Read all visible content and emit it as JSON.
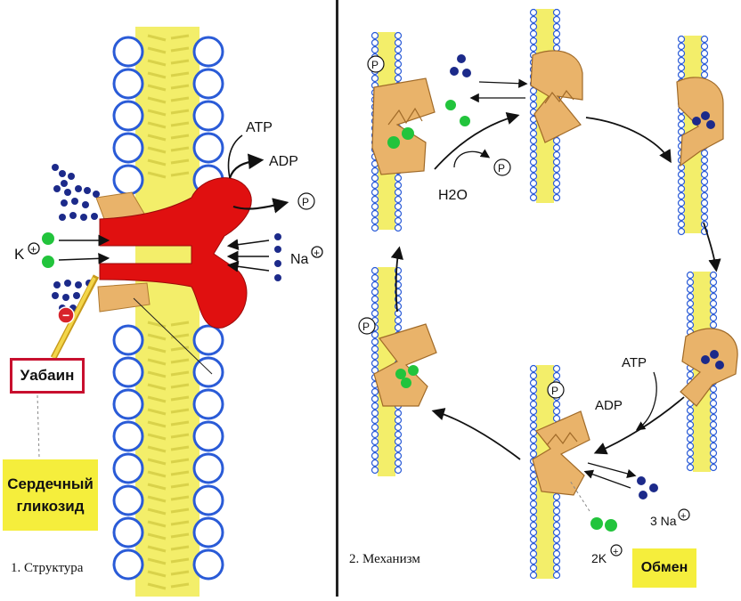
{
  "left_panel": {
    "atp": "ATP",
    "adp": "ADP",
    "p": "P",
    "k_ion": "K",
    "na_ion": "Na",
    "inhibitor_sign": "−",
    "ouabain": "Уабаин",
    "glycoside_line1": "Сердечный",
    "glycoside_line2": "гликозид",
    "caption": "1. Структура"
  },
  "right_panel": {
    "p": "P",
    "h2o": "H2O",
    "atp": "ATP",
    "adp": "ADP",
    "na_count": "3 Na",
    "k_count": "2K",
    "exchange": "Обмен",
    "caption": "2. Механизм"
  },
  "colors": {
    "membrane_blue": "#2a5bd7",
    "lipid_yellow": "#f3ee6a",
    "pump_red": "#e01010",
    "protein_tan": "#e9b36a",
    "k_green": "#22c43c",
    "na_blue": "#1c2a8a"
  }
}
